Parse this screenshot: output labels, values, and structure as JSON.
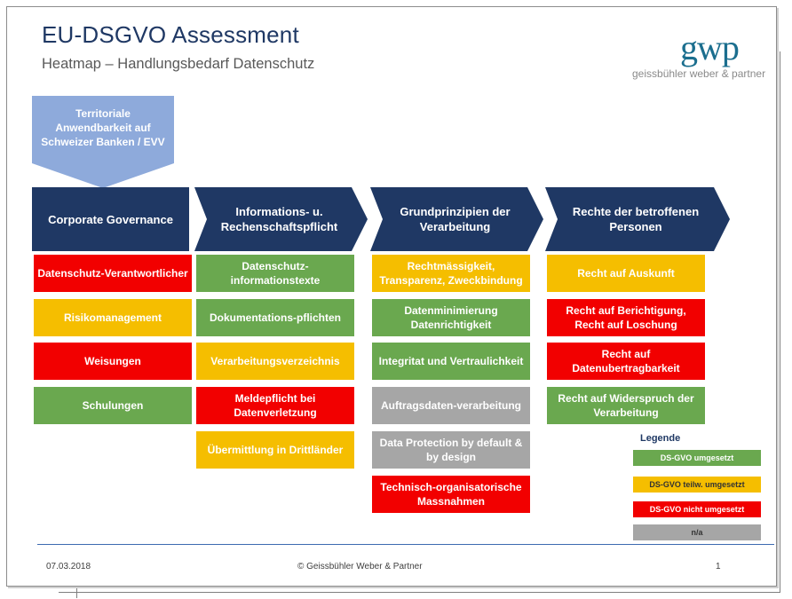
{
  "header": {
    "title": "EU-DSGVO Assessment",
    "subtitle": "Heatmap – Handlungsbedarf Datenschutz"
  },
  "logo": {
    "mark": "gwp",
    "name": "geissbühler weber & partner"
  },
  "territory": {
    "label": "Territoriale Anwendbarkeit auf Schweizer Banken / EVV"
  },
  "colors": {
    "header_blue": "#1f3864",
    "umgesetzt": "#6aa84f",
    "teilweise": "#f5be00",
    "nicht": "#f20000",
    "na": "#a6a6a6",
    "territory": "#8eaadb"
  },
  "columns": [
    {
      "header": "Corporate Governance",
      "items": [
        {
          "label": "Datenschutz-Verantwortlicher",
          "status": "nicht"
        },
        {
          "label": "Risikomanagement",
          "status": "teilweise"
        },
        {
          "label": "Weisungen",
          "status": "nicht"
        },
        {
          "label": "Schulungen",
          "status": "umgesetzt"
        }
      ]
    },
    {
      "header": "Informations- u. Rechenschaftspflicht",
      "items": [
        {
          "label": "Datenschutz-informationstexte",
          "status": "umgesetzt"
        },
        {
          "label": "Dokumentations-pflichten",
          "status": "umgesetzt"
        },
        {
          "label": "Verarbeitungsverzeichnis",
          "status": "teilweise"
        },
        {
          "label": "Meldepflicht bei Datenverletzung",
          "status": "nicht"
        },
        {
          "label": "Übermittlung in Drittländer",
          "status": "teilweise"
        }
      ]
    },
    {
      "header": "Grundprinzipien der Verarbeitung",
      "items": [
        {
          "label": "Rechtmässigkeit, Transparenz, Zweckbindung",
          "status": "teilweise"
        },
        {
          "label": "Datenminimierung Datenrichtigkeit",
          "status": "umgesetzt"
        },
        {
          "label": "Integritat und Vertraulichkeit",
          "status": "umgesetzt"
        },
        {
          "label": "Auftragsdaten-verarbeitung",
          "status": "na"
        },
        {
          "label": "Data Protection by default & by design",
          "status": "na"
        },
        {
          "label": "Technisch-organisatorische Massnahmen",
          "status": "nicht"
        }
      ]
    },
    {
      "header": "Rechte der betroffenen Personen",
      "items": [
        {
          "label": "Recht auf Auskunft",
          "status": "teilweise"
        },
        {
          "label": "Recht auf Berichtigung, Recht auf Loschung",
          "status": "nicht"
        },
        {
          "label": "Recht auf Datenubertragbarkeit",
          "status": "nicht"
        },
        {
          "label": "Recht auf Widerspruch der Verarbeitung",
          "status": "umgesetzt"
        }
      ]
    }
  ],
  "legend": {
    "title": "Legende",
    "items": [
      {
        "label": "DS-GVO umgesetzt",
        "status": "umgesetzt"
      },
      {
        "label": "DS-GVO teilw. umgesetzt",
        "status": "teilweise"
      },
      {
        "label": "DS-GVO nicht umgesetzt",
        "status": "nicht"
      },
      {
        "label": "n/a",
        "status": "na"
      }
    ]
  },
  "footer": {
    "date": "07.03.2018",
    "copyright": "© Geissbühler Weber & Partner",
    "page": "1"
  }
}
